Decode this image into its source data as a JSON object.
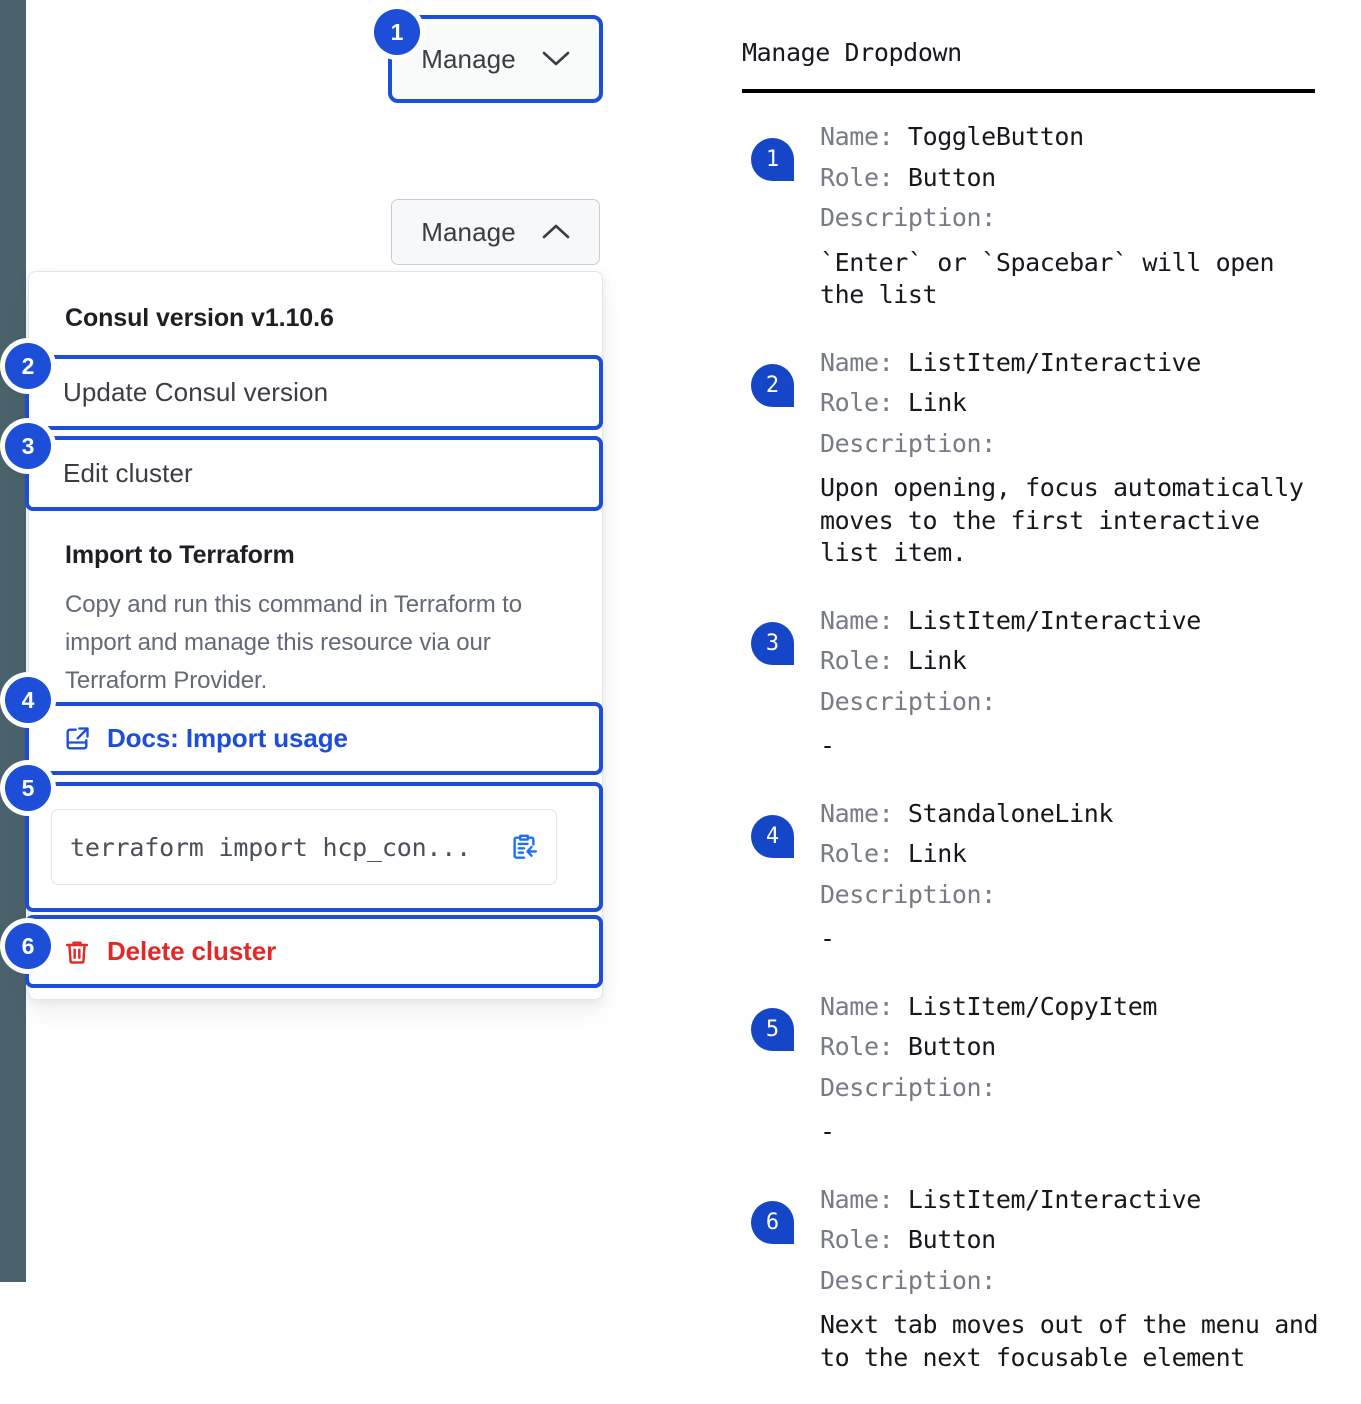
{
  "left": {
    "rail_color": "#4a626b",
    "accent_color": "#1c4ed8",
    "danger_color": "#e02a2a",
    "toggle_closed": {
      "label": "Manage",
      "icon": "chevron-down-icon"
    },
    "toggle_open": {
      "label": "Manage",
      "icon": "chevron-up-icon"
    },
    "dropdown": {
      "heading": "Consul version v1.10.6",
      "update_item": "Update Consul version",
      "edit_item": "Edit cluster",
      "terraform": {
        "title": "Import to Terraform",
        "description": "Copy and run this command in Terraform to import and manage this resource via our Terraform Provider.",
        "docs_link": "Docs: Import usage",
        "docs_icon": "external-link-docs-icon",
        "command": "terraform import hcp_con...",
        "copy_icon": "copy-to-clipboard-icon"
      },
      "delete_item": "Delete cluster",
      "delete_icon": "trash-icon"
    },
    "badges": [
      "1",
      "2",
      "3",
      "4",
      "5",
      "6"
    ]
  },
  "right": {
    "title": "Manage Dropdown",
    "labels": {
      "name": "Name:",
      "role": "Role:",
      "description": "Description:"
    },
    "items": [
      {
        "badge": "1",
        "name": "ToggleButton",
        "role": "Button",
        "description": "`Enter` or `Spacebar` will open\nthe list"
      },
      {
        "badge": "2",
        "name": "ListItem/Interactive",
        "role": "Link",
        "description": "Upon opening, focus automatically\nmoves to the first interactive\nlist item."
      },
      {
        "badge": "3",
        "name": "ListItem/Interactive",
        "role": "Link",
        "description": "-"
      },
      {
        "badge": "4",
        "name": "StandaloneLink",
        "role": "Link",
        "description": "-"
      },
      {
        "badge": "5",
        "name": "ListItem/CopyItem",
        "role": "Button",
        "description": "-"
      },
      {
        "badge": "6",
        "name": "ListItem/Interactive",
        "role": "Button",
        "description": "Next tab moves out of the menu and\nto the next focusable element"
      }
    ]
  }
}
